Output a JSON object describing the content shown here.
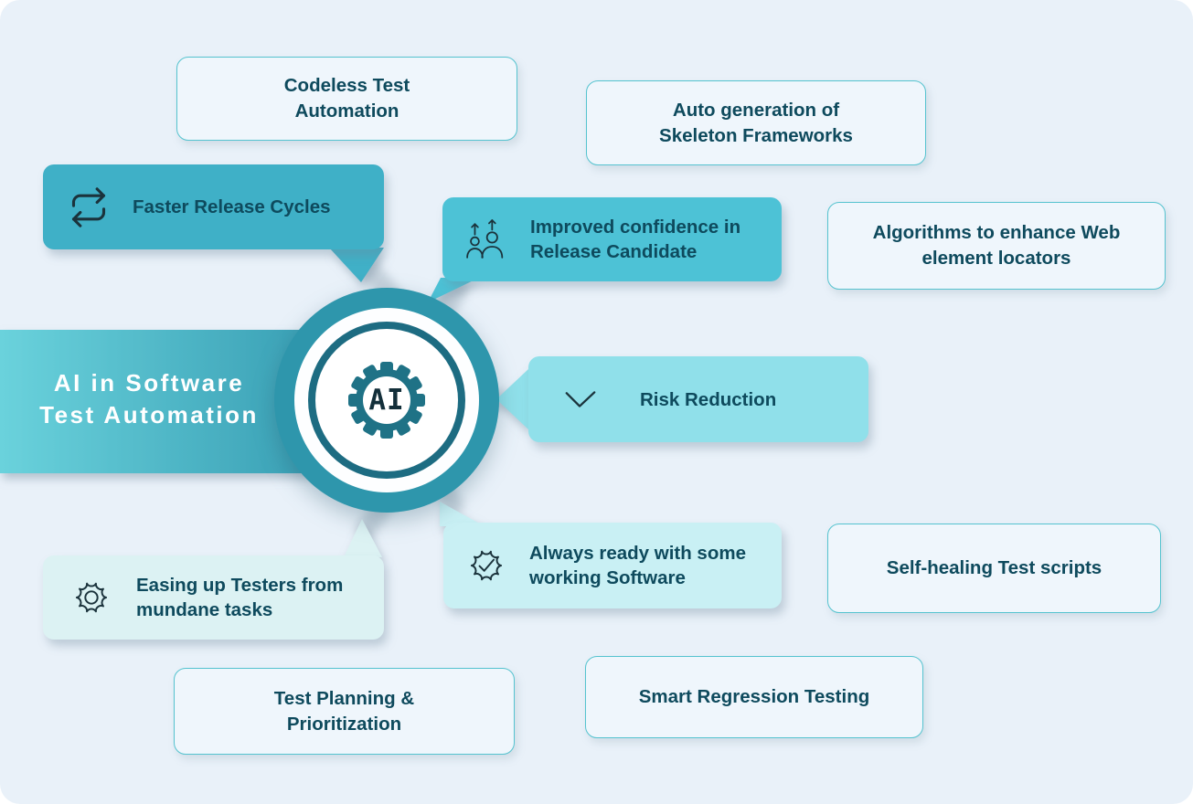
{
  "banner": {
    "line1": "AI in Software",
    "line2": "Test Automation"
  },
  "hub": {
    "label": "AI",
    "icon": "gear-ai-icon"
  },
  "boxes": {
    "codeless": {
      "line1": "Codeless Test",
      "line2": "Automation"
    },
    "autogen": {
      "line1": "Auto generation of",
      "line2": "Skeleton Frameworks"
    },
    "faster": {
      "label": "Faster Release Cycles",
      "icon": "repeat-cycle-icon"
    },
    "improved": {
      "line1": "Improved confidence in",
      "line2": "Release Candidate",
      "icon": "team-growth-icon"
    },
    "algorithms": {
      "line1": "Algorithms to enhance Web",
      "line2": "element locators"
    },
    "risk": {
      "label": "Risk Reduction",
      "icon": "check-chevron-icon"
    },
    "always": {
      "line1": "Always ready with some",
      "line2": "working Software",
      "icon": "badge-check-icon"
    },
    "selfhealing": {
      "label": "Self-healing Test scripts"
    },
    "easing": {
      "line1": "Easing up Testers from",
      "line2": "mundane tasks",
      "icon": "gear-outline-icon"
    },
    "testplanning": {
      "line1": "Test Planning &",
      "line2": "Prioritization"
    },
    "smartregression": {
      "label": "Smart Regression Testing"
    }
  },
  "colors": {
    "background": "#e9f1f9",
    "bubble_teal": "#3fb0c7",
    "bubble_cyan": "#4dc2d6",
    "bubble_light_cyan": "#90e0ea",
    "bubble_pale_cyan": "#c9f0f4",
    "bubble_palest_cyan": "#dcf2f3",
    "outline_border": "#55c3cf",
    "outline_fill": "#eff6fc",
    "text_dark_teal": "#0e4a5d",
    "hub_outer": "#2e96ac",
    "hub_ring": "#1d6c82",
    "hub_gear": "#1f7286",
    "banner_gradient_start": "#6ad2dc",
    "banner_gradient_end": "#2d93ab",
    "title_text": "#ffffff"
  }
}
